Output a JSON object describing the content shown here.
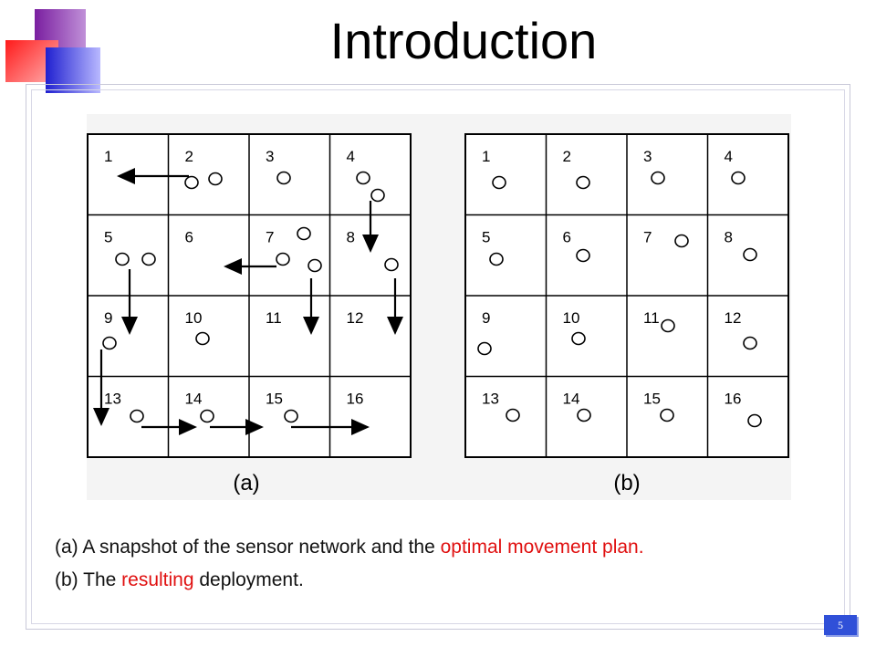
{
  "slide": {
    "title": "Introduction",
    "page_number": "5"
  },
  "figure": {
    "panels": [
      {
        "label": "(a)",
        "cells": [
          "1",
          "2",
          "3",
          "4",
          "5",
          "6",
          "7",
          "8",
          "9",
          "10",
          "11",
          "12",
          "13",
          "14",
          "15",
          "16"
        ]
      },
      {
        "label": "(b)",
        "cells": [
          "1",
          "2",
          "3",
          "4",
          "5",
          "6",
          "7",
          "8",
          "9",
          "10",
          "11",
          "12",
          "13",
          "14",
          "15",
          "16"
        ]
      }
    ]
  },
  "captions": {
    "a": {
      "prefix": "(a) A snapshot of the sensor network and the ",
      "highlight": "optimal movement plan.",
      "suffix": ""
    },
    "b": {
      "prefix": "(b) The ",
      "highlight": "resulting",
      "suffix": " deployment."
    }
  },
  "colors": {
    "highlight": "#e01010",
    "page_number_bg": "#3050d8"
  }
}
